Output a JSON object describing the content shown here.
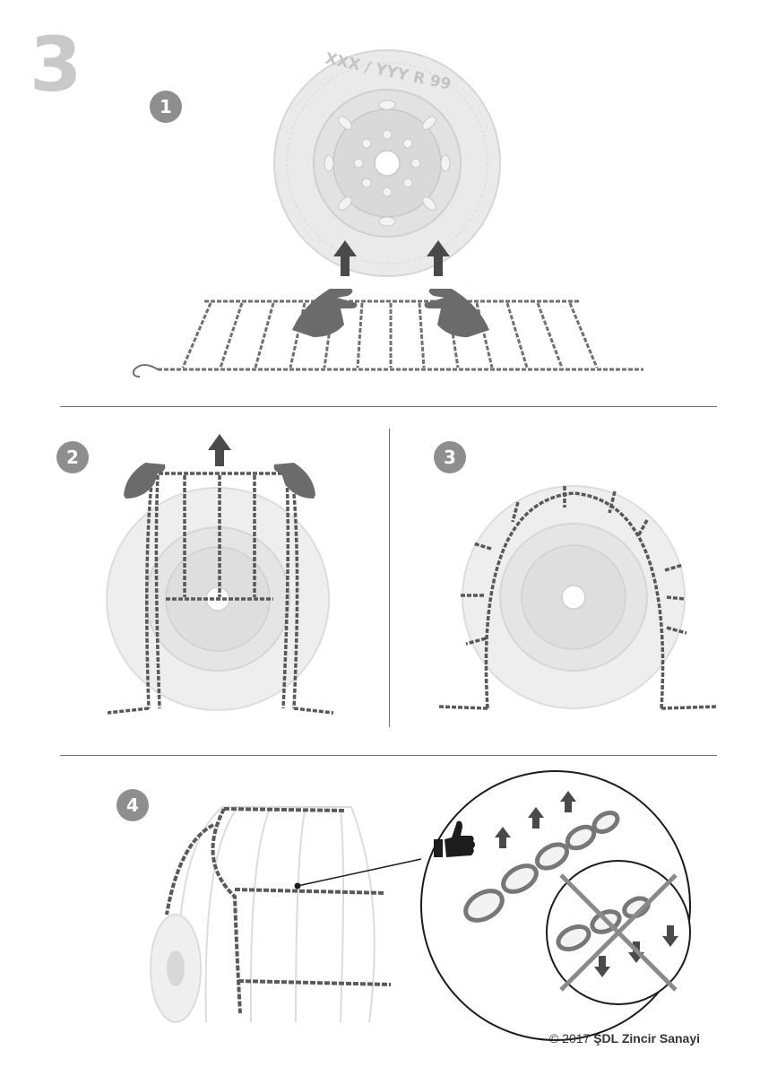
{
  "page_number": "3",
  "steps": [
    {
      "label": "1"
    },
    {
      "label": "2"
    },
    {
      "label": "3"
    },
    {
      "label": "4"
    }
  ],
  "tire": {
    "sidewall_text": "XXX / YYY R 99"
  },
  "copyright": {
    "symbol_year": "© 2017",
    "company": "ŞDL Zincir Sanayi"
  },
  "colors": {
    "tire_light": "#e6e6e6",
    "tire_mid": "#d0d0d0",
    "chain": "#555555",
    "hand": "#6b6b6b",
    "arrow": "#4a4a4a",
    "badge": "#8e8e8e",
    "cross": "#8a8a8a"
  },
  "icons": [
    "up-arrow-icon",
    "hand-icon",
    "thumbs-up-icon",
    "down-arrow-icon",
    "cross-icon"
  ]
}
